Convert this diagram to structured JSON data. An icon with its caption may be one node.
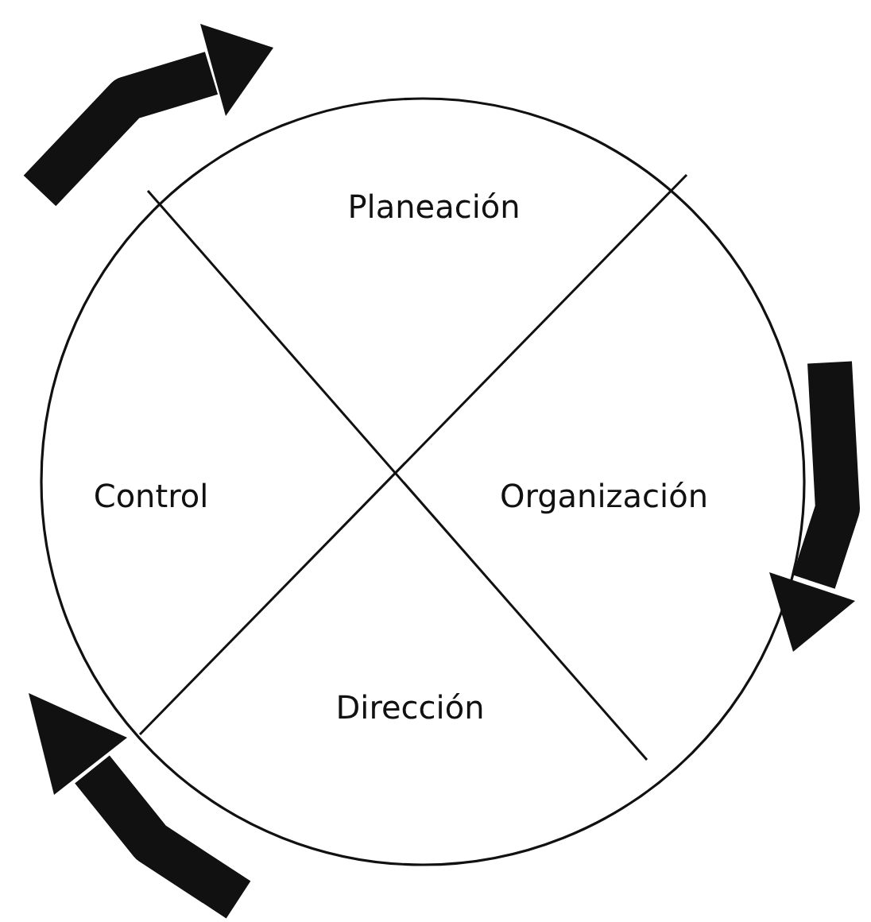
{
  "diagram": {
    "labels": [
      "Planeación",
      "Control",
      "Organización",
      "Dirección"
    ]
  }
}
